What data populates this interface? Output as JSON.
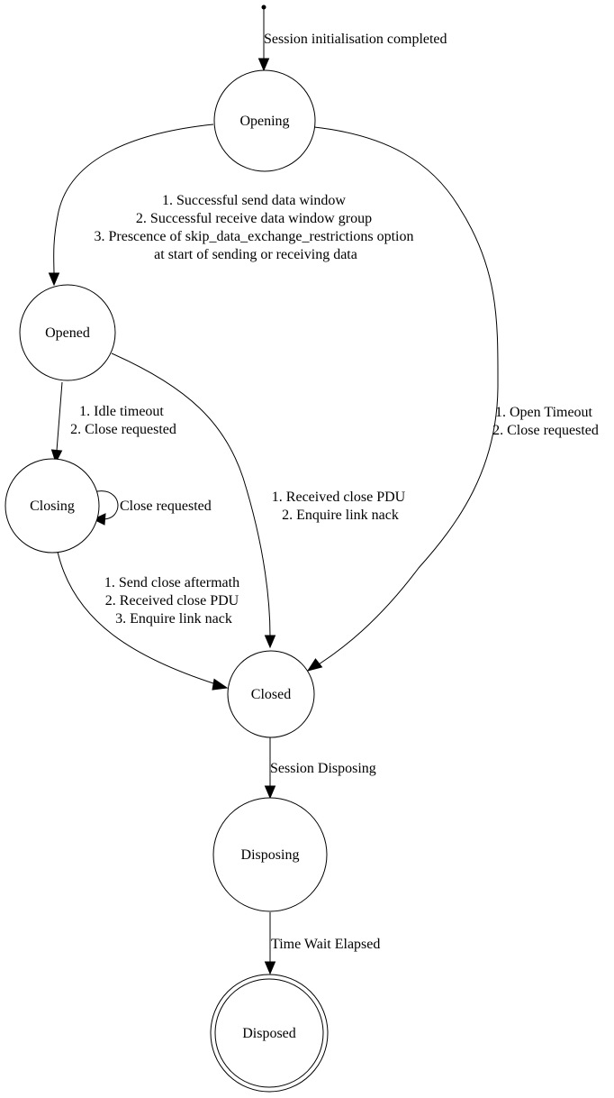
{
  "diagram": {
    "type": "state-machine",
    "states": {
      "opening": "Opening",
      "opened": "Opened",
      "closing": "Closing",
      "closed": "Closed",
      "disposing": "Disposing",
      "disposed": "Disposed"
    },
    "transitions": {
      "start_to_opening": [
        "Session initialisation completed"
      ],
      "opening_to_opened": [
        "1. Successful send data window",
        "2. Successful receive data window group",
        "3. Prescence of skip_data_exchange_restrictions option",
        "at start of sending or receiving data"
      ],
      "opening_to_closed": [
        "1. Open Timeout",
        "2. Close requested"
      ],
      "opened_to_closing": [
        "1. Idle timeout",
        "2. Close requested"
      ],
      "opened_to_closed": [
        "1. Received close PDU",
        "2. Enquire link nack"
      ],
      "closing_self": [
        "Close requested"
      ],
      "closing_to_closed": [
        "1. Send close aftermath",
        "2. Received close PDU",
        "3. Enquire link nack"
      ],
      "closed_to_disposing": [
        "Session Disposing"
      ],
      "disposing_to_disposed": [
        "Time Wait Elapsed"
      ]
    },
    "final_state": "disposed"
  }
}
